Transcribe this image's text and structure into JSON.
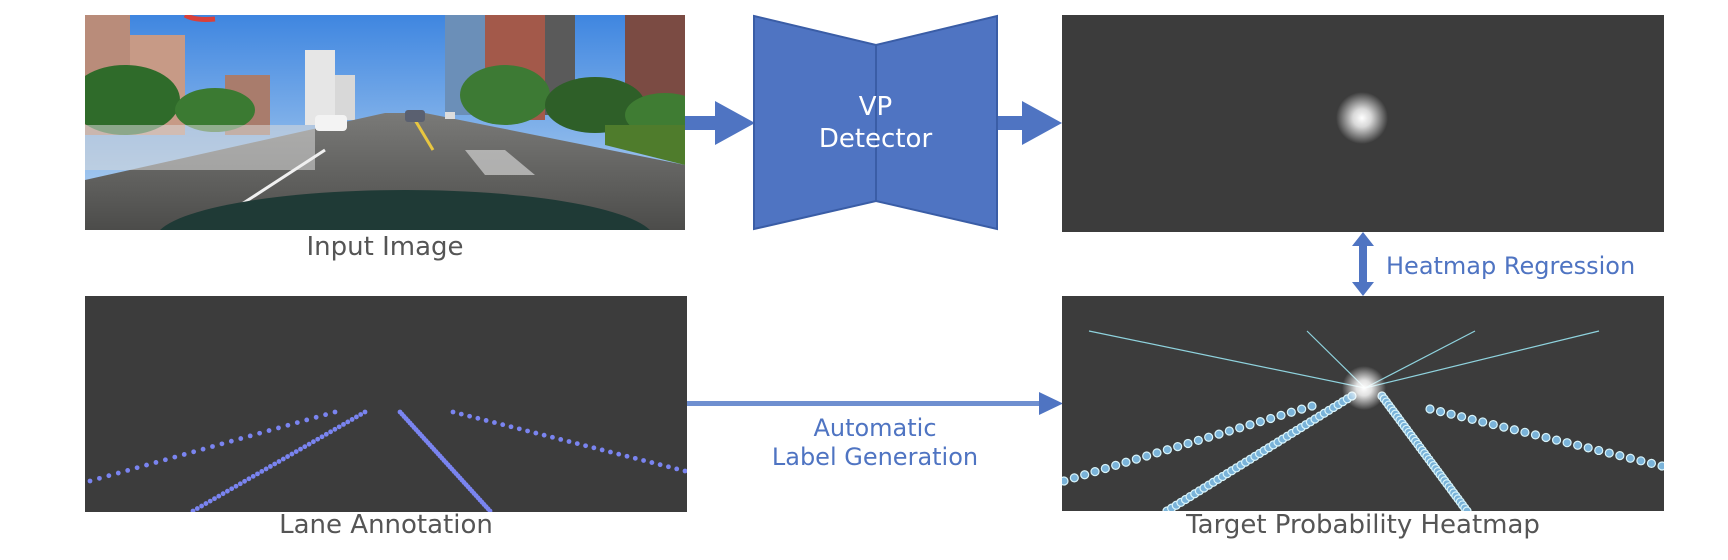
{
  "captions": {
    "input_image": "Input Image",
    "lane_annotation": "Lane Annotation",
    "target_heatmap": "Target Probability Heatmap"
  },
  "detector": {
    "line1": "VP",
    "line2": "Detector"
  },
  "labels": {
    "heatmap_regression": "Heatmap Regression",
    "auto_label_line1": "Automatic",
    "auto_label_line2": "Label Generation"
  },
  "colors": {
    "accent_blue": "#4f74c2",
    "panel_dark": "#3c3c3c",
    "lane_dot": "#7a84f0",
    "heatmap_lane": "#a8e0ec"
  },
  "icons": {
    "input_photo": "street-scene-photo",
    "arrow": "right-arrow-icon",
    "double_arrow": "vertical-double-arrow-icon"
  }
}
